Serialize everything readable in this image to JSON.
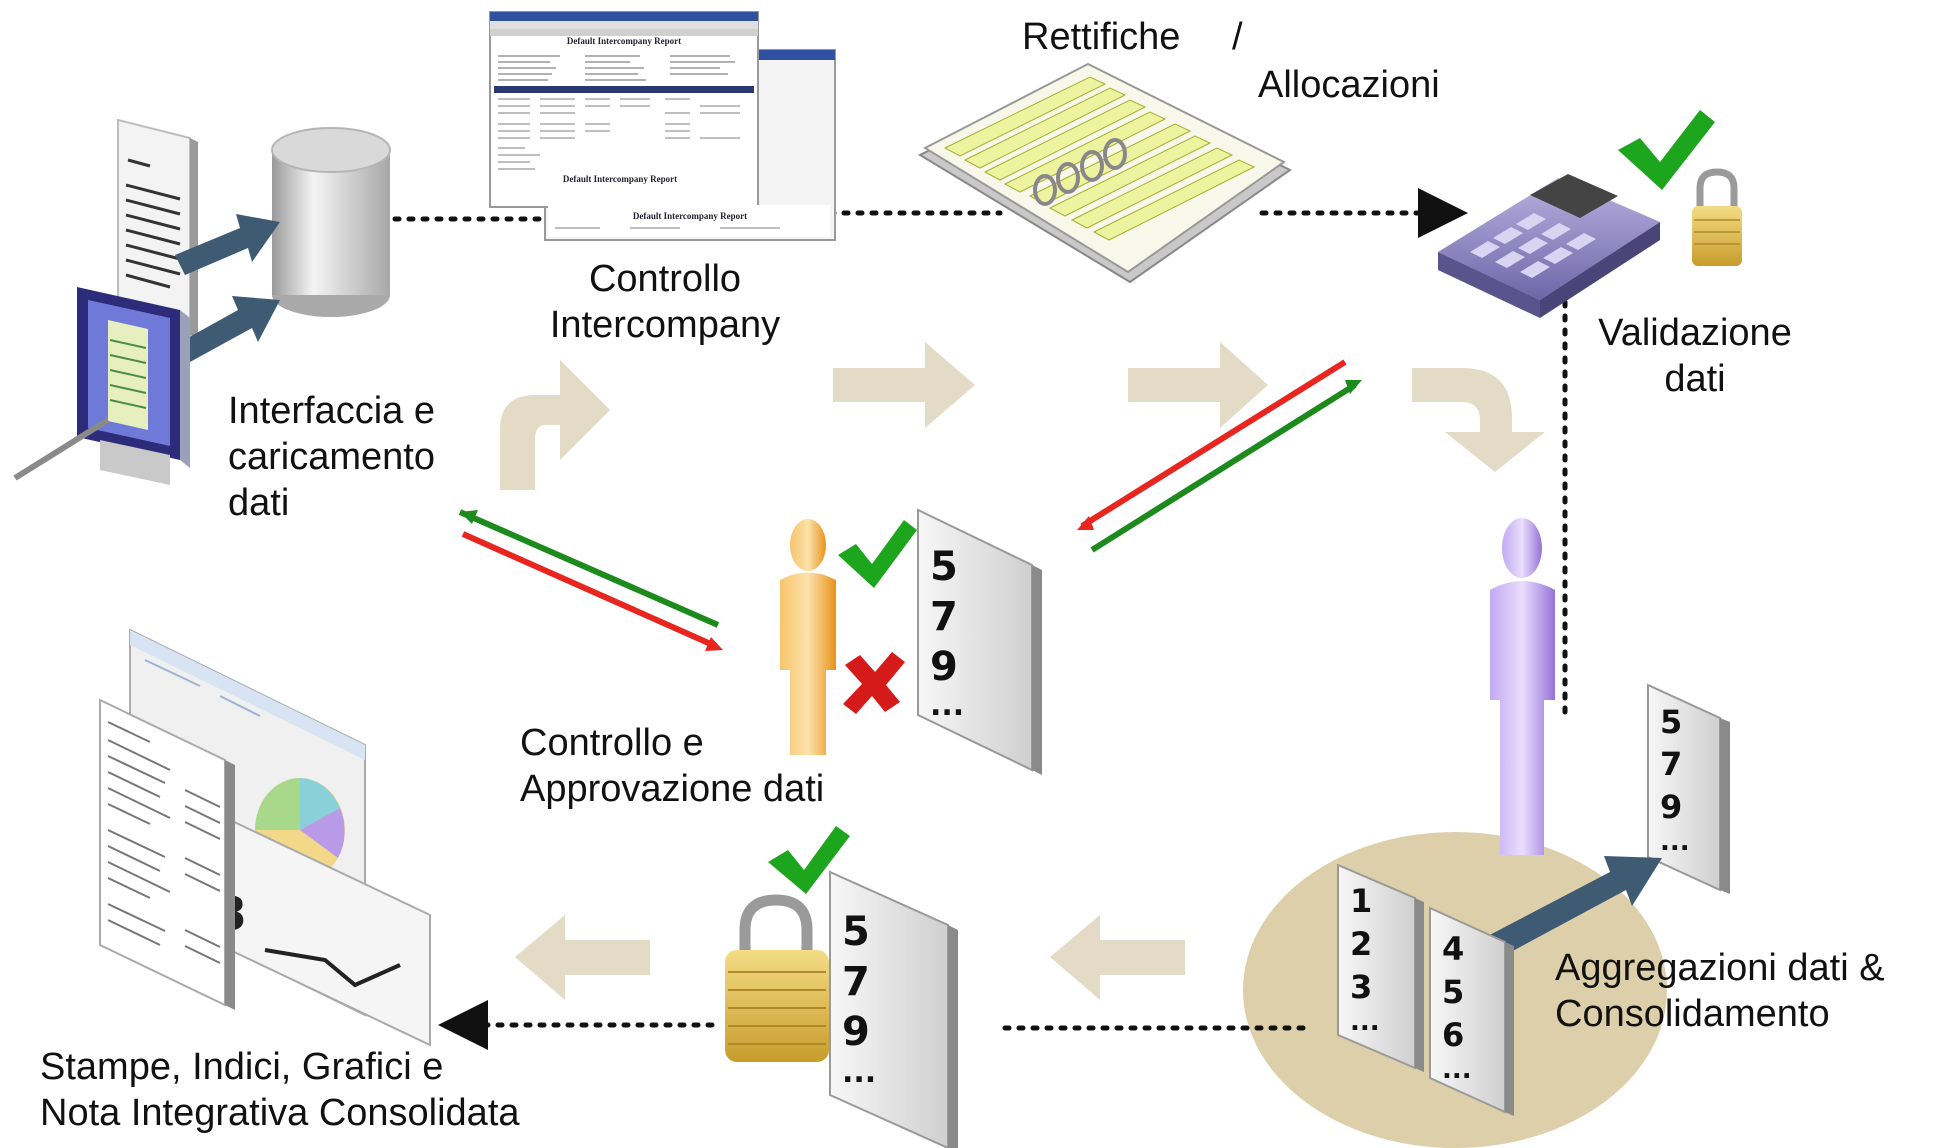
{
  "labels": {
    "interfaccia": [
      "Interfaccia e",
      "caricamento",
      "dati"
    ],
    "controllo_intercompany": [
      "Controllo",
      "Intercompany"
    ],
    "rettifiche": "Rettifiche",
    "slash": "/",
    "allocazioni": "Allocazioni",
    "validazione": [
      "Validazione",
      "dati"
    ],
    "controllo_approvazione": [
      "Controllo e",
      "Approvazione dati"
    ],
    "aggregazioni": [
      "Aggregazioni dati &",
      "Consolidamento"
    ],
    "stampe": [
      "Stampe, Indici, Grafici e",
      "Nota Integrativa Consolidata"
    ]
  },
  "report": {
    "title": "Default Intercompany Report"
  },
  "sheets": {
    "approval_sheet": [
      "5",
      "7",
      "9",
      "..."
    ],
    "locked_sheet": [
      "5",
      "7",
      "9",
      "..."
    ],
    "consol_sheet_1": [
      "1",
      "2",
      "3",
      "..."
    ],
    "consol_sheet_2": [
      "4",
      "5",
      "6",
      "..."
    ],
    "consol_sheet_3": [
      "5",
      "7",
      "9",
      "..."
    ]
  },
  "colors": {
    "flow_arrow": "#e3dbc5",
    "ellipse": "#dccfaa",
    "red_line": "#e8251f",
    "green_line": "#1d8a1d",
    "check": "#1ea51e",
    "cross": "#d51a1a",
    "dark_arrow": "#3f5b73",
    "person_orange": "#f5a623",
    "person_purple": "#b090e8",
    "lock_gold": "#d8b545",
    "calculator": "#8f85c4"
  }
}
